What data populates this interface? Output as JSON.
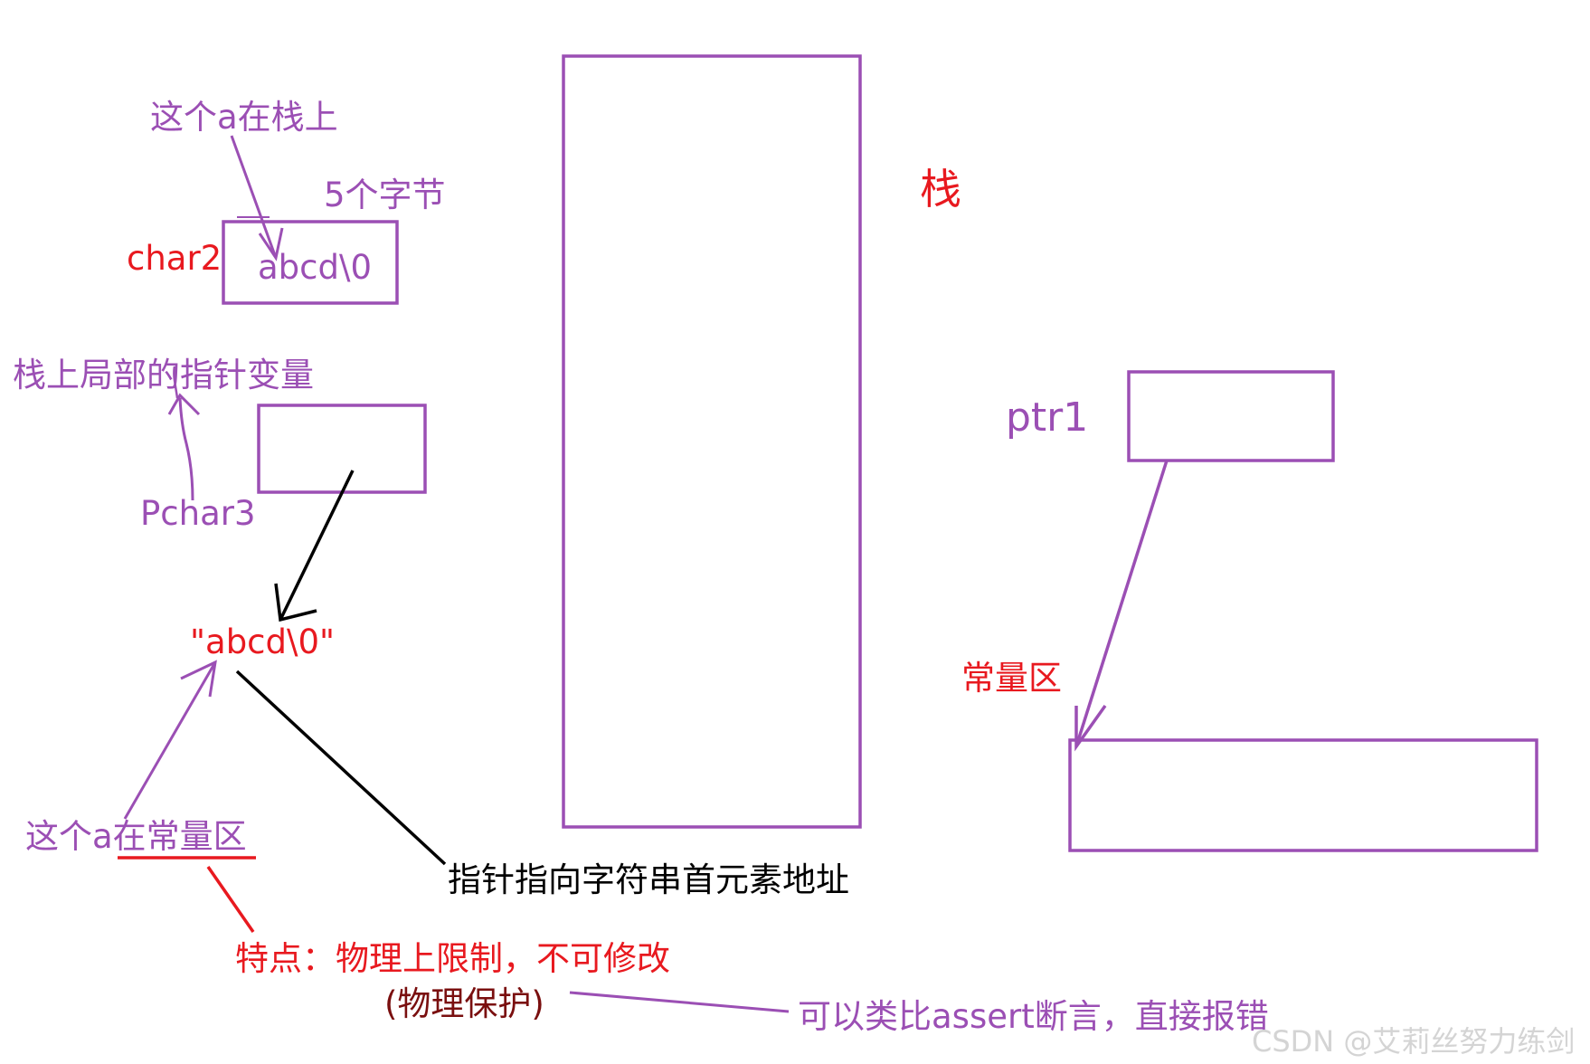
{
  "colors": {
    "purple": "#9b4fb4",
    "red": "#e8191f",
    "black": "#000000",
    "dark_red": "#7a0f0f",
    "watermark": "#d4d4d4"
  },
  "labels": {
    "a_on_stack": "这个a在栈上",
    "five_bytes": "5个字节",
    "char2": "char2",
    "char2_value": "abcd\\0",
    "local_pointer": "栈上局部的指针变量",
    "pchar3": "Pchar3",
    "const_string": "\"abcd\\0\"",
    "a_in_const_area": "这个a在常量区",
    "pointer_desc": "指针指向字符串首元素地址",
    "feature": "特点：物理上限制，不可修改",
    "physical_protect": "(物理保护)",
    "assert_analogy": "可以类比assert断言，直接报错",
    "stack": "栈",
    "ptr1": "ptr1",
    "const_area": "常量区"
  },
  "watermark": "CSDN @艾莉丝努力练剑"
}
